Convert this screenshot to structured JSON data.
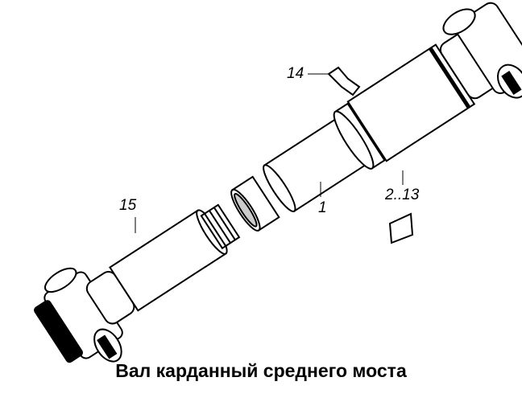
{
  "caption": "Вал карданный среднего моста",
  "callouts": {
    "shaft": "1",
    "plates": "2..13",
    "bracket": "14",
    "yoke_shaft": "15"
  },
  "colors": {
    "line": "#000000",
    "background": "#ffffff"
  }
}
